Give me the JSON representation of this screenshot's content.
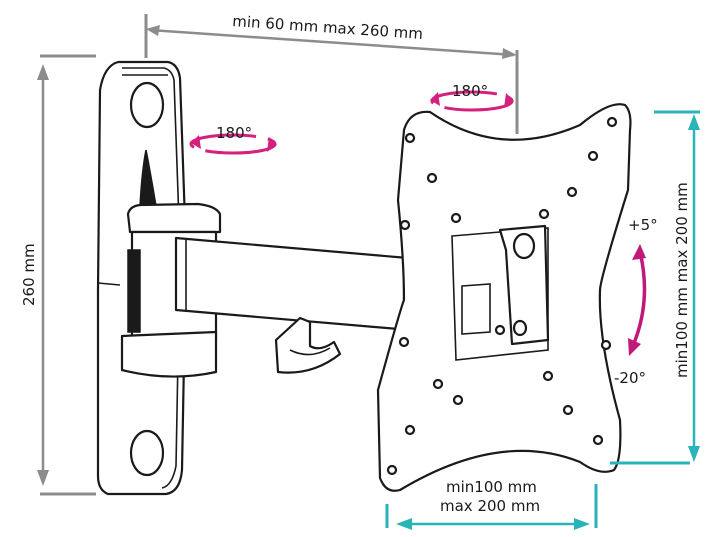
{
  "labels": {
    "top_width": "min 60 mm max 260 mm",
    "rotate_top": "180°",
    "rotate_wall": "180°",
    "height": "260 mm",
    "vesa_vertical": "min100 mm max 200 mm",
    "tilt_plus": "+5°",
    "tilt_minus": "-20°",
    "vesa_h_line1": "min100 mm",
    "vesa_h_line2": "max 200 mm"
  },
  "colors": {
    "dimension_gray": "#8c8c8c",
    "rotation_magenta": "#d4217f",
    "tilt_magenta": "#c0197a",
    "vesa_teal": "#2ab3b8",
    "outline": "#1a1a1a"
  }
}
